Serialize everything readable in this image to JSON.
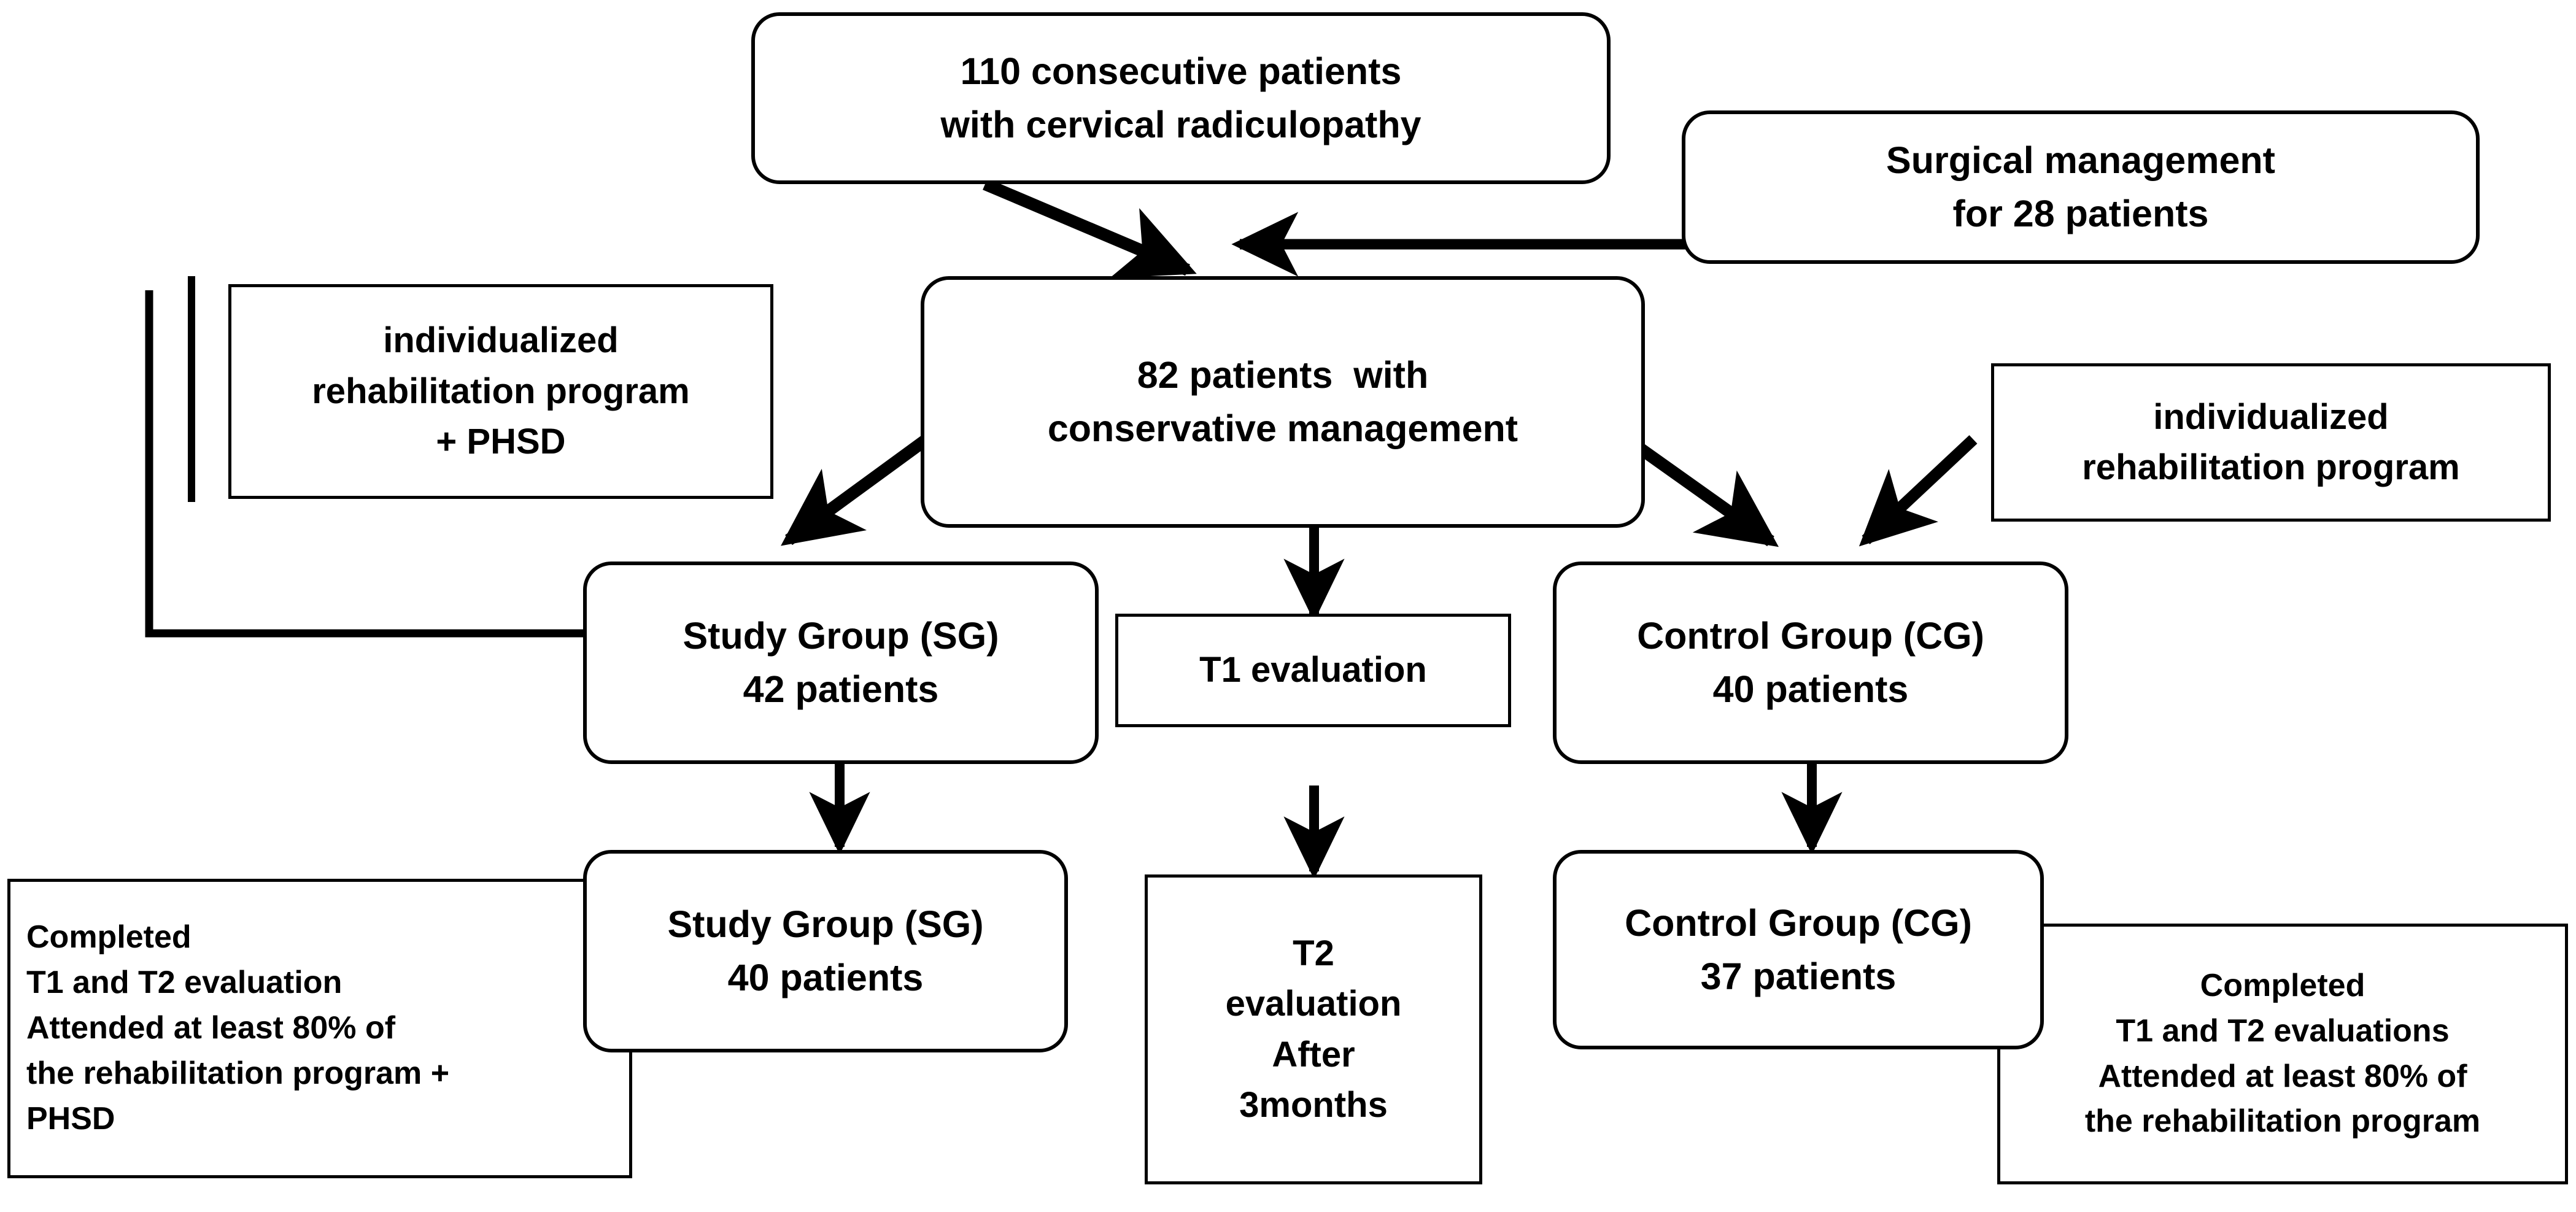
{
  "diagram": {
    "title": "Patient enrollment and allocation flow chart",
    "stroke_color": "#000000",
    "background_color": "#ffffff",
    "text_color": "#000000"
  },
  "nodes": {
    "enrolled": {
      "name": "enrolled-patients-box",
      "shape": "rounded-rectangle",
      "lines": [
        "110 consecutive patients",
        "with cervical radiculopathy"
      ]
    },
    "surgical": {
      "name": "surgical-management-box",
      "shape": "rounded-rectangle",
      "lines": [
        "Surgical management",
        "for 28 patients"
      ]
    },
    "conservative": {
      "name": "conservative-management-box",
      "shape": "rounded-rectangle",
      "lines": [
        "82 patients  with",
        "conservative management"
      ]
    },
    "rehab_phsd": {
      "name": "individualized-rehab-phsd-box",
      "shape": "rectangle",
      "lines": [
        "individualized",
        "rehabilitation program",
        "+ PHSD"
      ]
    },
    "rehab_plain": {
      "name": "individualized-rehab-box",
      "shape": "rectangle",
      "lines": [
        "individualized",
        "rehabilitation program"
      ]
    },
    "study_group_42": {
      "name": "study-group-42-box",
      "shape": "rounded-rectangle",
      "lines": [
        "Study Group (SG)",
        "42 patients"
      ]
    },
    "t1_evaluation": {
      "name": "t1-evaluation-box",
      "shape": "rectangle",
      "lines": [
        "T1 evaluation"
      ]
    },
    "control_group_40": {
      "name": "control-group-40-box",
      "shape": "rounded-rectangle",
      "lines": [
        "Control Group (CG)",
        "40 patients"
      ]
    },
    "study_group_40": {
      "name": "study-group-40-box",
      "shape": "rounded-rectangle",
      "lines": [
        "Study Group (SG)",
        "40 patients"
      ]
    },
    "t2_evaluation": {
      "name": "t2-evaluation-box",
      "shape": "rectangle",
      "lines": [
        "T2",
        "evaluation",
        "After",
        "3months"
      ]
    },
    "control_group_37": {
      "name": "control-group-37-box",
      "shape": "rounded-rectangle",
      "lines": [
        "Control Group (CG)",
        "37 patients"
      ]
    },
    "completed_sg": {
      "name": "completed-study-group-box",
      "shape": "rectangle",
      "lines": [
        "Completed",
        "T1 and T2 evaluation",
        "Attended at least 80% of",
        "the rehabilitation program +",
        "PHSD"
      ]
    },
    "completed_cg": {
      "name": "completed-control-group-box",
      "shape": "rectangle",
      "lines": [
        "Completed",
        "T1 and T2 evaluations",
        "Attended at least 80% of",
        "the rehabilitation program"
      ]
    }
  },
  "connectors": [
    {
      "name": "enrolled-to-conservative-arrow",
      "from": "enrolled",
      "to": "conservative",
      "style": "diagonal-arrow"
    },
    {
      "name": "surgical-to-junction-arrow",
      "from": "surgical",
      "to": "enrolled-branch",
      "style": "horizontal-arrow-left"
    },
    {
      "name": "conservative-to-study-group-arrow",
      "from": "conservative",
      "to": "study_group_42",
      "style": "diagonal-arrow"
    },
    {
      "name": "conservative-to-t1-arrow",
      "from": "conservative",
      "to": "t1_evaluation",
      "style": "vertical-arrow"
    },
    {
      "name": "conservative-to-control-group-arrow",
      "from": "conservative",
      "to": "control_group_40",
      "style": "diagonal-arrow"
    },
    {
      "name": "rehab-to-control-group-arrow",
      "from": "rehab_plain",
      "to": "control_group_40",
      "style": "diagonal-arrow"
    },
    {
      "name": "rehab-phsd-to-study-group-connector",
      "from": "rehab_phsd",
      "to": "study_group_42",
      "style": "elbow-bracket"
    },
    {
      "name": "study-group-42-to-40-arrow",
      "from": "study_group_42",
      "to": "study_group_40",
      "style": "vertical-arrow"
    },
    {
      "name": "t1-to-t2-arrow",
      "from": "t1_evaluation",
      "to": "t2_evaluation",
      "style": "vertical-arrow"
    },
    {
      "name": "control-group-40-to-37-arrow",
      "from": "control_group_40",
      "to": "control_group_37",
      "style": "vertical-arrow"
    }
  ]
}
